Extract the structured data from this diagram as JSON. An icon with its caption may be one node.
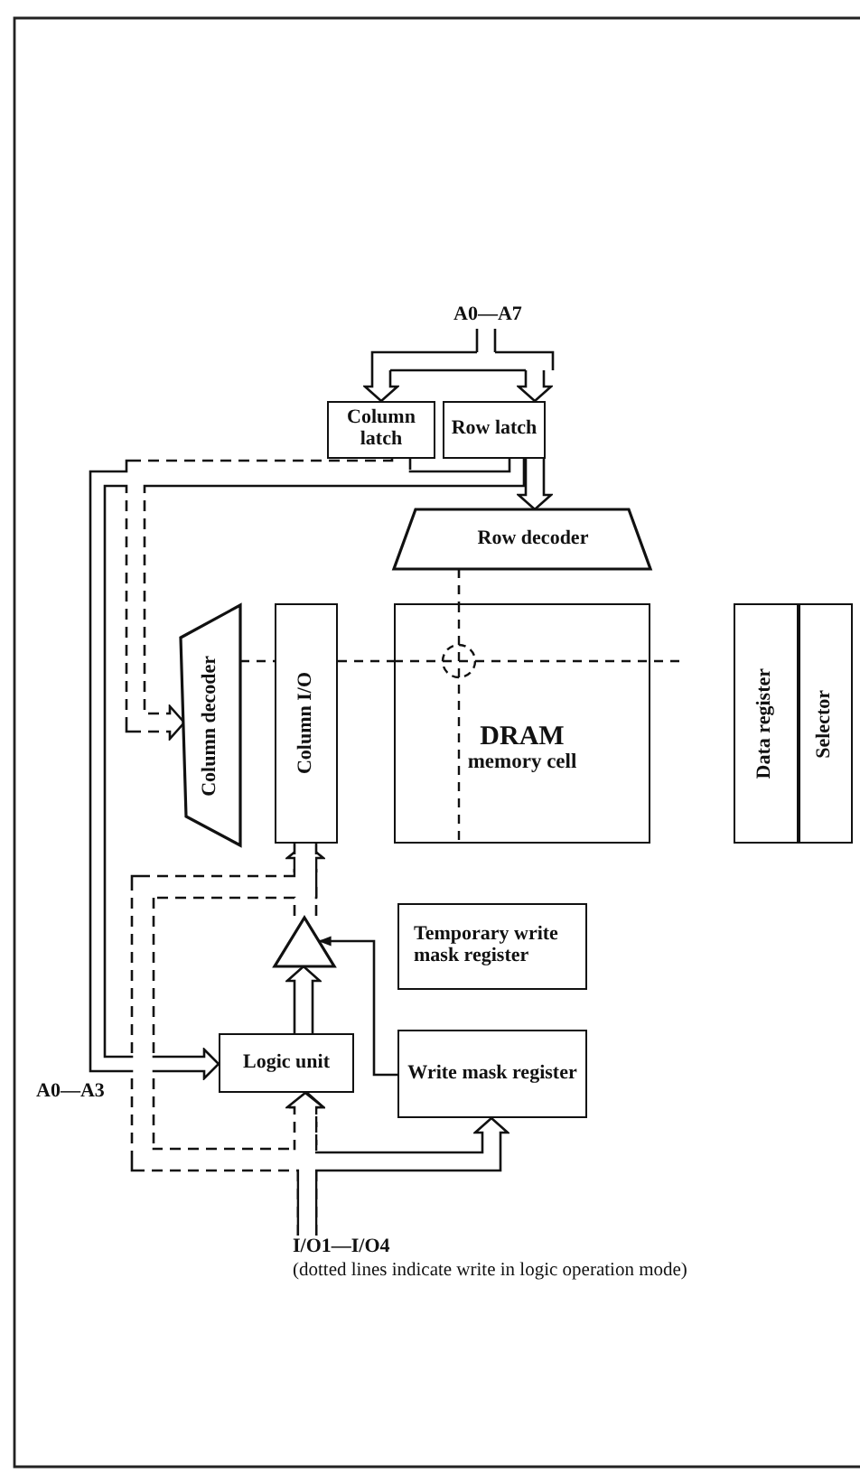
{
  "diagram": {
    "nodes": [
      {
        "text": [
          "A0—A7"
        ]
      },
      {
        "text": [
          "Column latch"
        ]
      },
      {
        "text": [
          "Row latch"
        ]
      },
      {
        "text": [
          "Row decoder"
        ]
      },
      {
        "text": [
          "Column decoder"
        ]
      },
      {
        "text": [
          "Column I/O"
        ]
      },
      {
        "text": [
          "DRAM",
          "memory cell"
        ]
      },
      {
        "text": [
          "Data register"
        ]
      },
      {
        "text": [
          "Selector"
        ]
      },
      {
        "text": [],
        "shape": "triangle"
      },
      {
        "text": [
          "Temporary write mask register"
        ]
      },
      {
        "text": [
          "Logic unit"
        ]
      },
      {
        "text": [
          "Write mask register"
        ]
      },
      {
        "text": [
          "I/O1—I/O4"
        ]
      },
      {
        "text": [],
        "shape": "bar"
      }
    ],
    "edges": [
      {
        "from": 0,
        "to": 14,
        "arrow": "none"
      },
      {
        "from": 14,
        "to": 1,
        "arrow": "to"
      },
      {
        "from": 14,
        "to": 2,
        "arrow": "to"
      },
      {
        "from": 2,
        "to": 3,
        "arrow": "to"
      },
      {
        "from": 2,
        "to": 11,
        "arrow": "to",
        "label": "A0—A3"
      },
      {
        "from": 1,
        "to": 4,
        "arrow": "to",
        "style": "dashed"
      },
      {
        "from": 11,
        "to": 9,
        "arrow": "to"
      },
      {
        "from": 9,
        "to": 5,
        "arrow": "to",
        "style": "dashed"
      },
      {
        "from": 12,
        "to": 9,
        "arrow": "to"
      },
      {
        "from": 13,
        "to": 11,
        "arrow": "to",
        "style": "dashed"
      },
      {
        "from": 13,
        "to": 12,
        "arrow": "to"
      },
      {
        "from": 5,
        "to": 11,
        "arrow": "to",
        "style": "dashed"
      },
      {
        "from": 4,
        "to": 5,
        "arrow": "none",
        "style": "dashed"
      },
      {
        "from": 5,
        "to": 6,
        "arrow": "none",
        "style": "dashed"
      },
      {
        "from": 3,
        "to": 6,
        "arrow": "none",
        "style": "dashed"
      }
    ],
    "labels": [
      "(dotted lines indicate write in logic operation mode)"
    ]
  }
}
